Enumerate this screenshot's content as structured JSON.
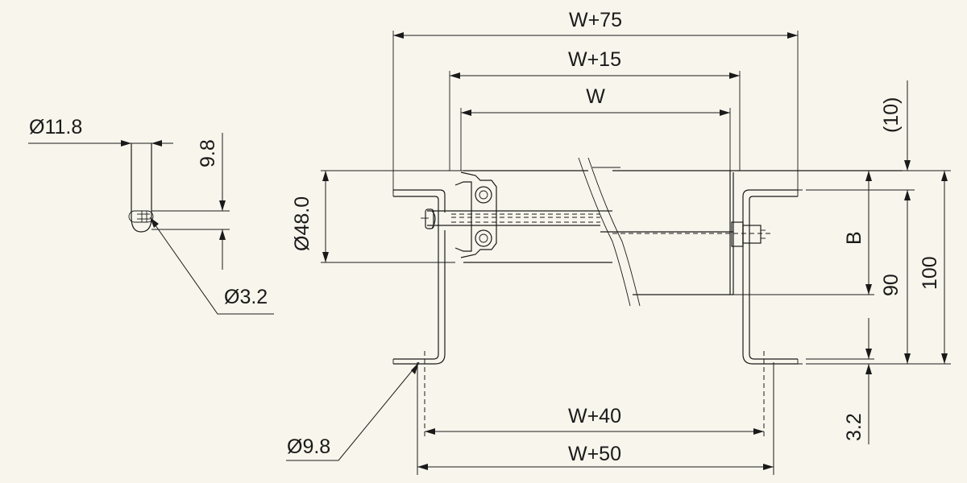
{
  "dimensions": {
    "wire_diameter": "Ø11.8",
    "wire_offset": "9.8",
    "wire_small_diameter": "Ø3.2",
    "overall_width": "W+75",
    "mid_width": "W+15",
    "inner_width": "W",
    "roller_diameter": "Ø48.0",
    "bracket_outer_width": "W+40",
    "bracket_base_width": "W+50",
    "hole_diameter": "Ø9.8",
    "top_offset": "(10)",
    "height_b": "B",
    "height_90": "90",
    "height_100": "100",
    "plate_thickness": "3.2"
  }
}
